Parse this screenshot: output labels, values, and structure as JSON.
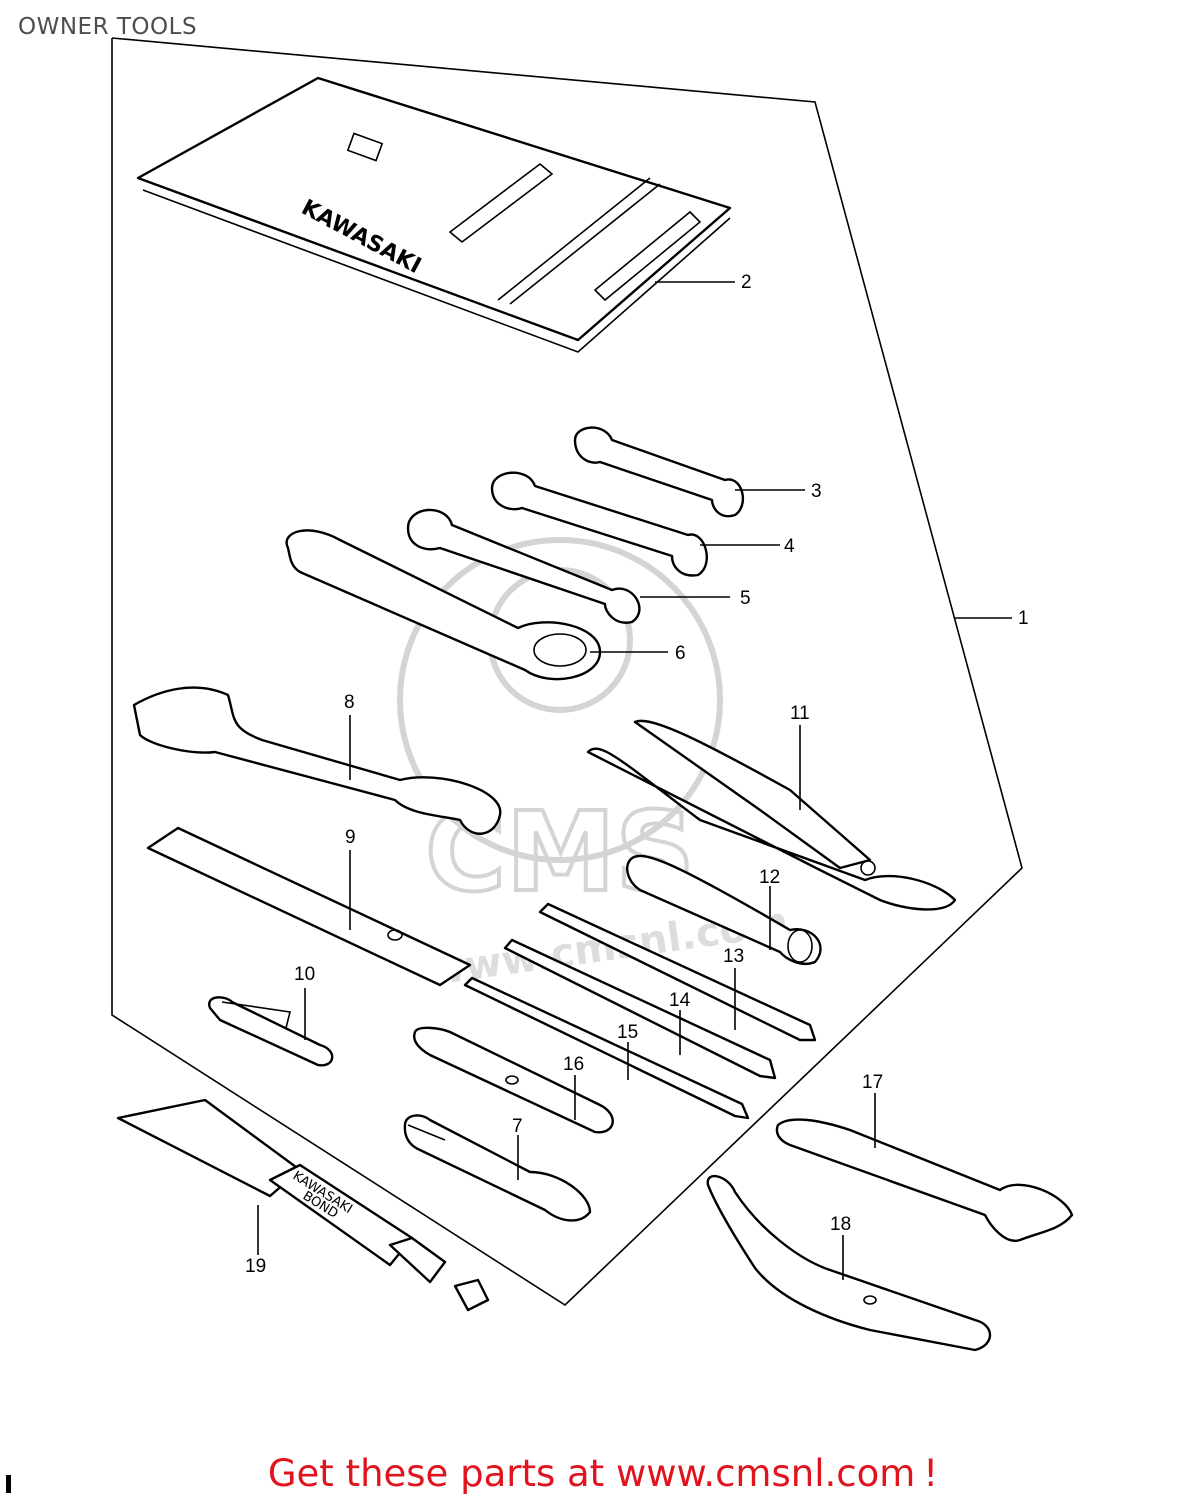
{
  "header": {
    "title": "OWNER TOOLS"
  },
  "parts": [
    {
      "ref": "1"
    },
    {
      "ref": "2"
    },
    {
      "ref": "3"
    },
    {
      "ref": "4"
    },
    {
      "ref": "5"
    },
    {
      "ref": "6"
    },
    {
      "ref": "7"
    },
    {
      "ref": "8"
    },
    {
      "ref": "9"
    },
    {
      "ref": "10"
    },
    {
      "ref": "11"
    },
    {
      "ref": "12"
    },
    {
      "ref": "13"
    },
    {
      "ref": "14"
    },
    {
      "ref": "15"
    },
    {
      "ref": "16"
    },
    {
      "ref": "17"
    },
    {
      "ref": "18"
    },
    {
      "ref": "19"
    }
  ],
  "labels": {
    "pouch_brand": "KAWASAKI",
    "bond_line1": "KAWASAKI",
    "bond_line2": "BOND",
    "watermark": "www.cmsnl.com"
  },
  "footer": {
    "text": "Get these parts at www.cmsnl.com",
    "bang": "!"
  },
  "colors": {
    "footer_red": "#e0141e",
    "title_gray": "#4d4d4d",
    "watermark_gray": "#d4d4d4"
  }
}
